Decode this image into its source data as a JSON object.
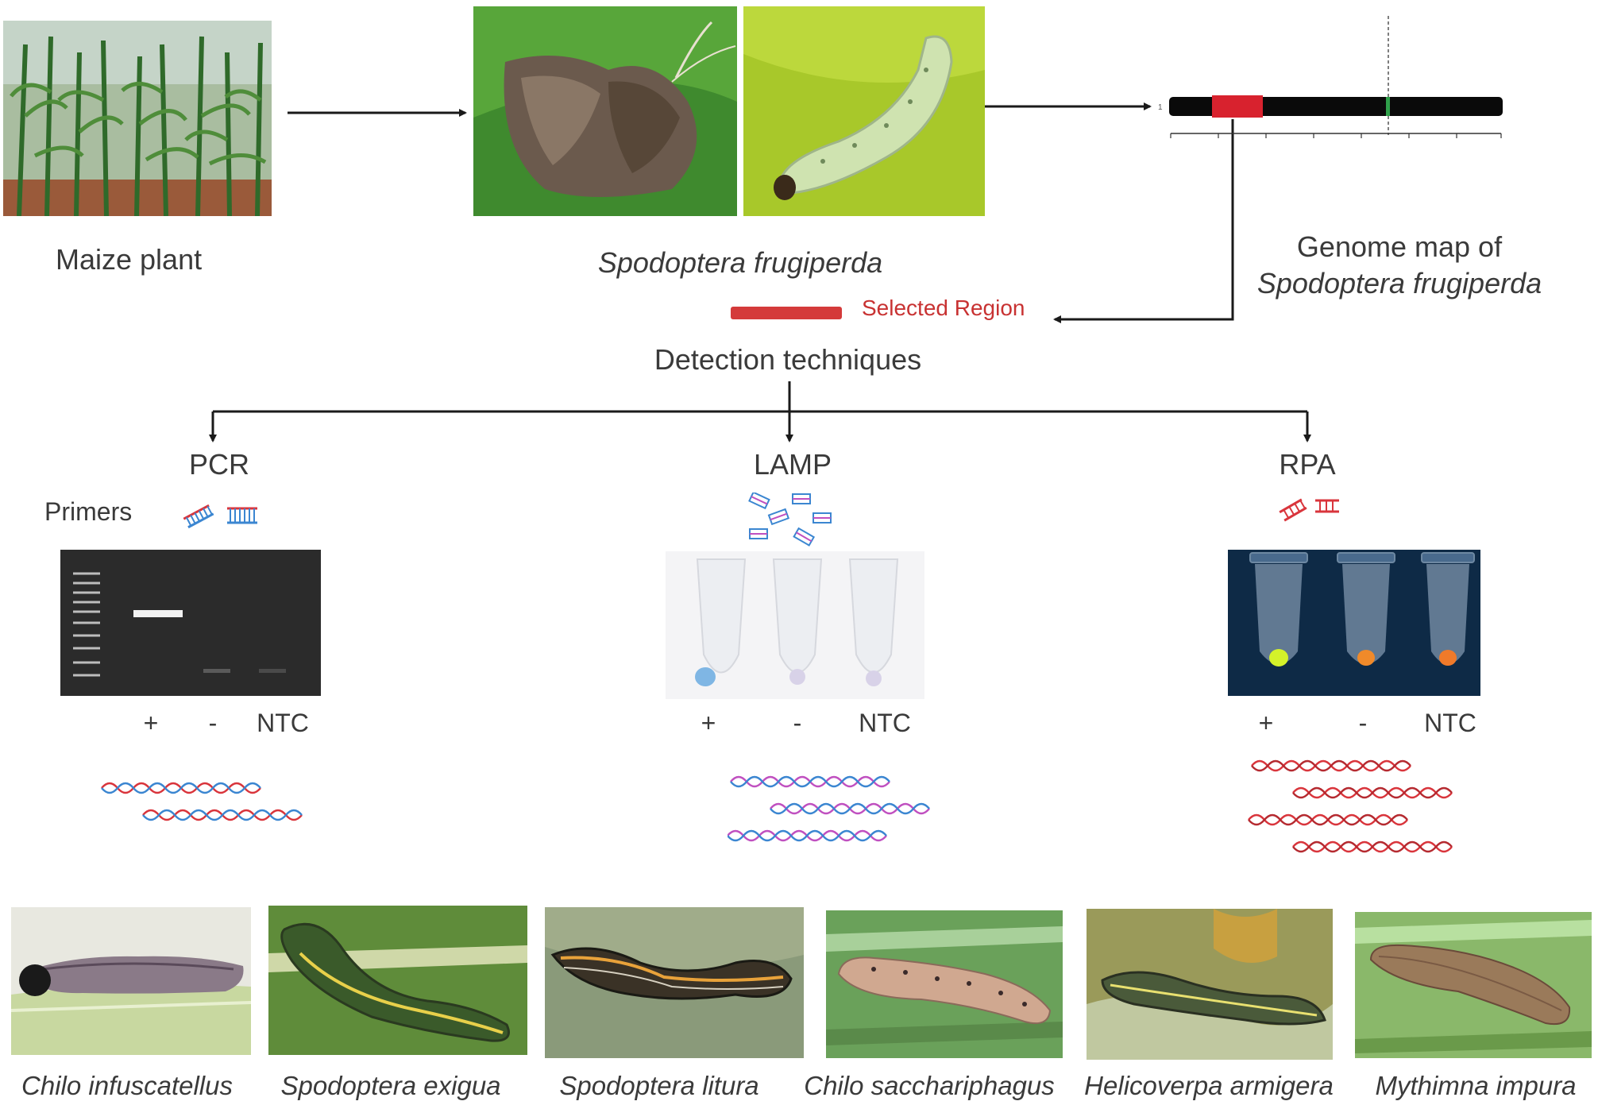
{
  "source": {
    "maize_label": "Maize plant",
    "sf_label": "Spodoptera frugiperda"
  },
  "genome": {
    "title_line1": "Genome map of",
    "title_line2": "Spodoptera frugiperda",
    "selected_region_label": "Selected Region"
  },
  "detection": {
    "title": "Detection techniques"
  },
  "pcr": {
    "label": "PCR",
    "primers_label": "Primers",
    "lanes": [
      "+",
      "-",
      "NTC"
    ]
  },
  "lamp": {
    "label": "LAMP",
    "lanes": [
      "+",
      "-",
      "NTC"
    ]
  },
  "rpa": {
    "label": "RPA",
    "lanes": [
      "+",
      "-",
      "NTC"
    ]
  },
  "species": [
    {
      "name": "Chilo infuscatellus"
    },
    {
      "name": "Spodoptera exigua"
    },
    {
      "name": "Spodoptera  litura"
    },
    {
      "name": "Chilo sacchariphagus"
    },
    {
      "name": "Helicoverpa armigera"
    },
    {
      "name": "Mythimna impura"
    }
  ],
  "colors": {
    "selected_region": "#d43a3a",
    "arrow": "#1a1a1a",
    "dna_red": "#d9353c",
    "dna_blue": "#3b86d1",
    "dna_purple": "#c050c0"
  }
}
